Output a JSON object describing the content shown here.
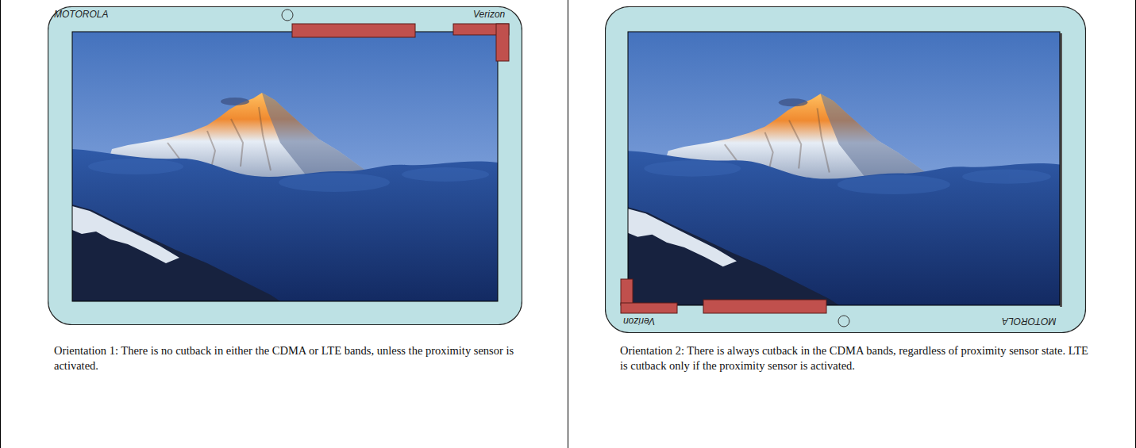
{
  "diagram": {
    "nodes": [
      {
        "text": [
          "Orientation 1: There is no cutback in either the CDMA or LTE bands, unless the proximity sensor is activated."
        ]
      },
      {
        "text": [
          "MOTOROLA",
          "Verizon"
        ],
        "in": 0
      },
      {
        "text": [
          "Orientation 2: There is always cutback in the CDMA bands, regardless of proximity sensor state. LTE is cutback only if the proximity sensor is activated."
        ]
      },
      {
        "text": [
          "MOTOROLA",
          "Verizon"
        ],
        "in": 2
      }
    ]
  }
}
